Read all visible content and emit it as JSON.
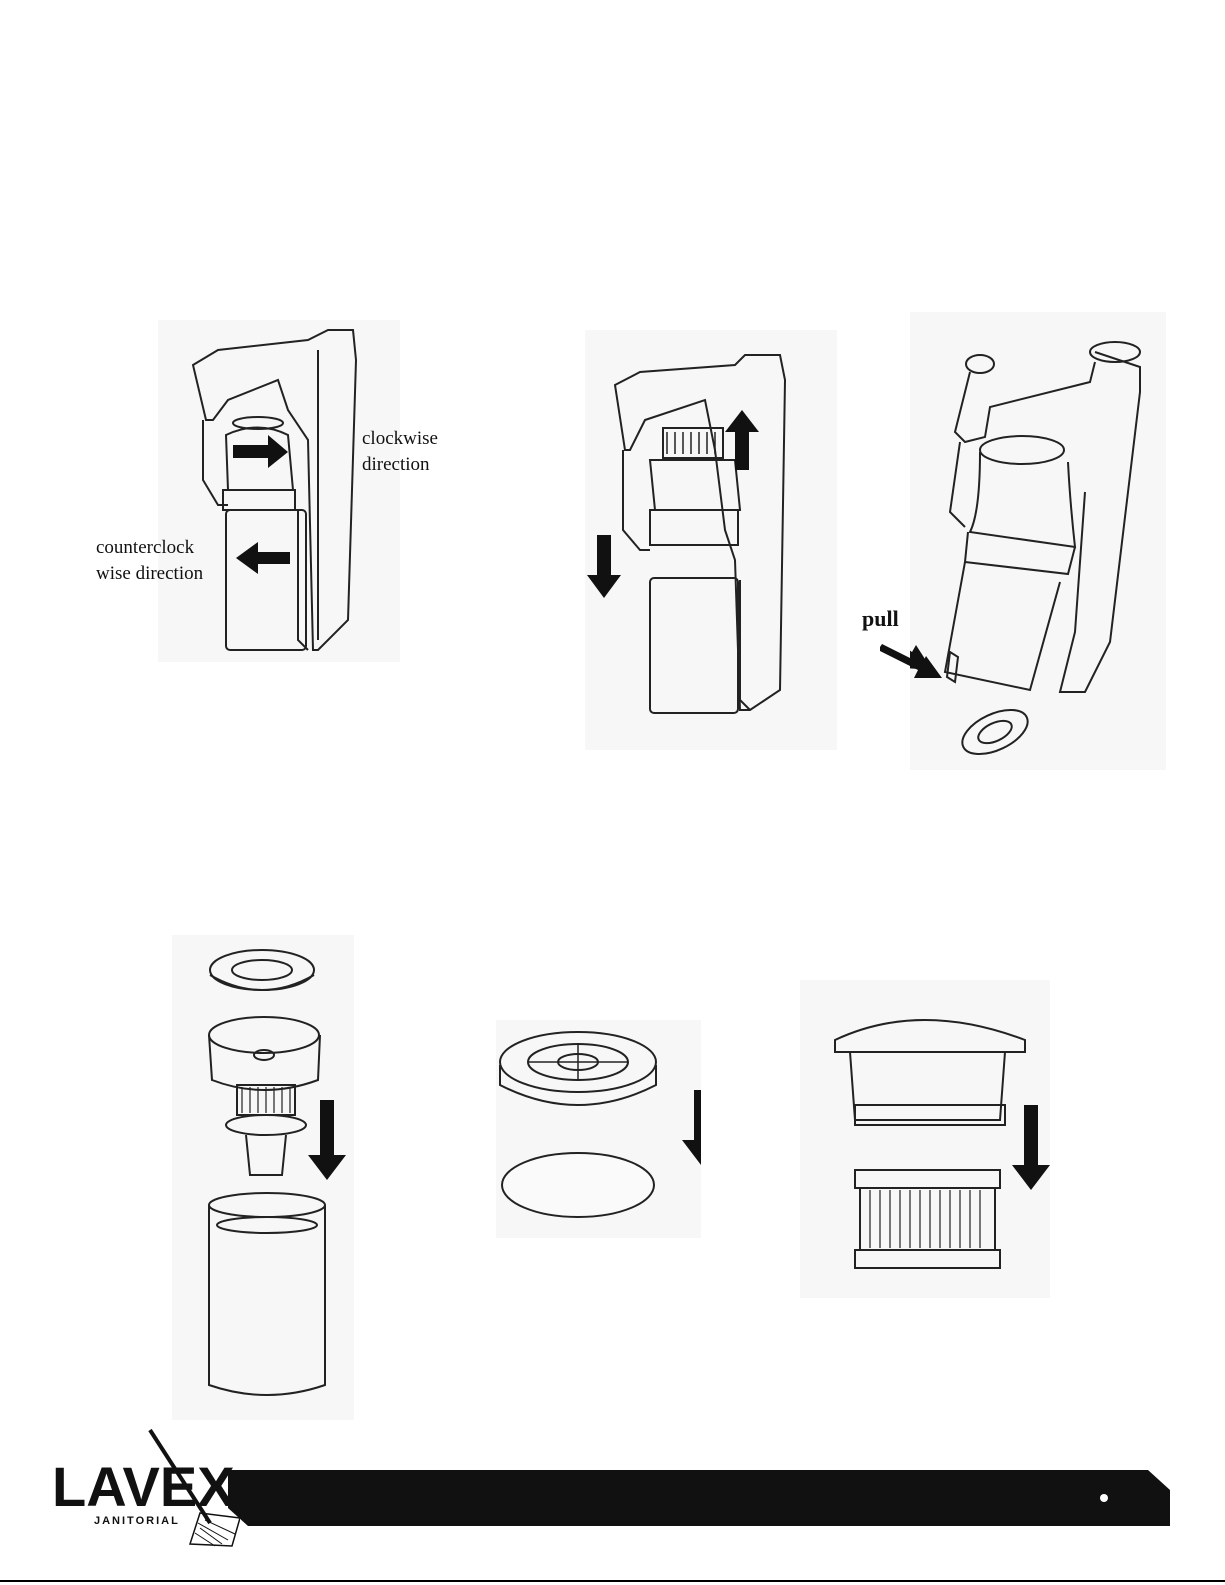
{
  "labels": {
    "clockwise": "clockwise\ndirection",
    "counterclockwise": "counterclock\nwise direction",
    "pull": "pull"
  },
  "footer": {
    "brand_main": "LAVEX",
    "brand_sub": "JANITORIAL"
  },
  "colors": {
    "ink": "#111111",
    "footer_bar": "#111111",
    "panel_bg": "#f7f7f7"
  }
}
